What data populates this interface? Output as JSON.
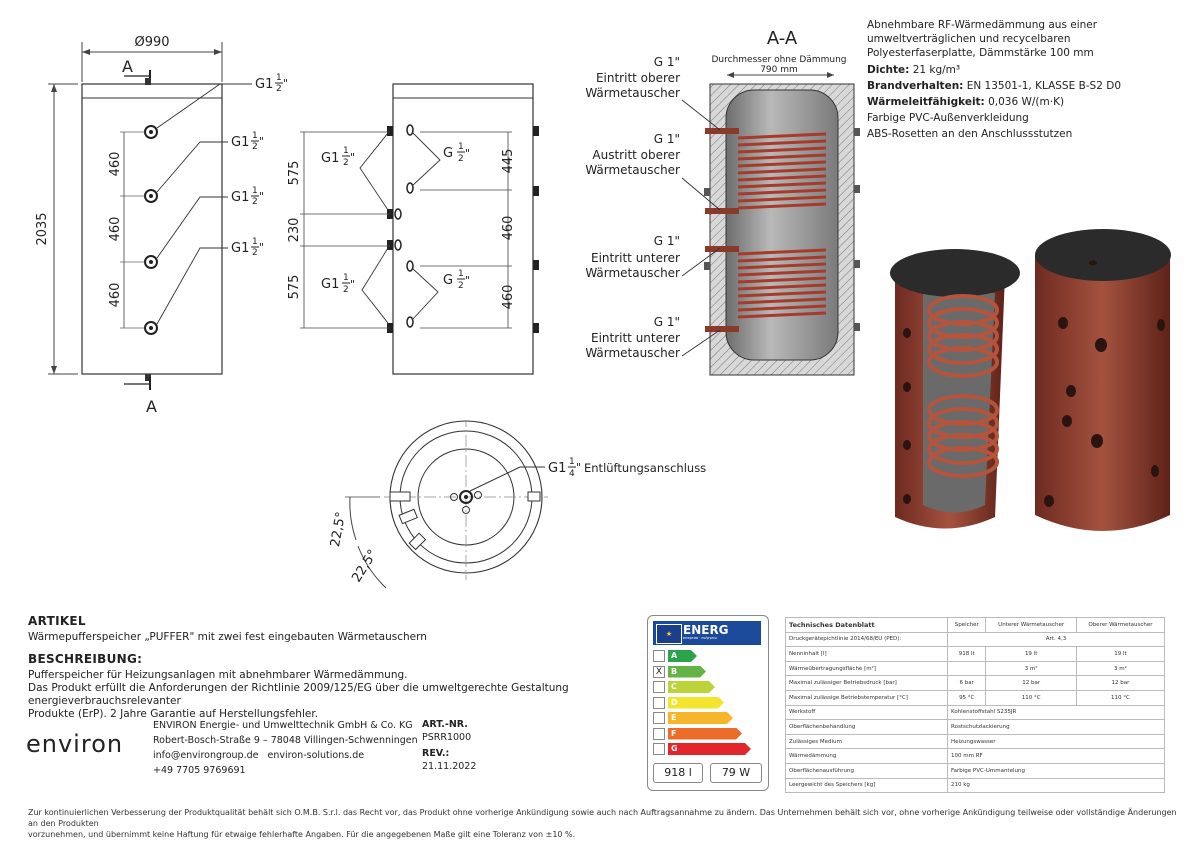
{
  "drawing": {
    "section_letter": "A",
    "section_title": "A-A",
    "dim_diameter": "Ø990",
    "dim_height": "2035",
    "dim_460": "460",
    "dim_575": "575",
    "dim_230": "230",
    "dim_445": "445",
    "dim_inner_label": "Durchmesser ohne Dämmung",
    "dim_inner_value": "790 mm",
    "angle": "22,5°",
    "g1_prefix": "G1",
    "g1_half": "1",
    "g1_den": "2",
    "g1_quarter_den": "4",
    "g_half_prefix": "G",
    "vent_label": "Entlüftungsanschluss",
    "coil_g1": "G 1\"",
    "inch": "\"",
    "hx1_in_a": "Eintritt oberer",
    "hx1_in_b": "Wärmetauscher",
    "hx1_out_a": "Austritt oberer",
    "hx1_out_b": "Wärmetauscher",
    "hx2_in_a": "Eintritt unterer",
    "hx2_in_b": "Wärmetauscher",
    "hx2_out_a": "Eintritt unterer",
    "hx2_out_b": "Wärmetauscher"
  },
  "specs": {
    "intro": "Abnehmbare RF-Wärmedämmung aus einer umweltverträglichen und recycelbaren Polyesterfaserplatte, Dämmstärke 100 mm",
    "density_label": "Dichte:",
    "density_value": "21 kg/m³",
    "fire_label": "Brandverhalten:",
    "fire_value": "EN 13501-1, KLASSE B-S2 D0",
    "cond_label": "Wärmeleitfähigkeit:",
    "cond_value": "0,036 W/(m·K)",
    "line1": "Farbige PVC-Außenverkleidung",
    "line2": "ABS-Rosetten an den Anschlussstutzen"
  },
  "article": {
    "heading": "ARTIKEL",
    "text": "Wärmepufferspeicher „PUFFER\" mit zwei fest eingebauten Wärmetauschern",
    "desc_heading": "BESCHREIBUNG:",
    "desc1": "Pufferspeicher für Heizungsanlagen mit abnehmbarer Wärmedämmung.",
    "desc2": "Das Produkt erfüllt die Anforderungen der Richtlinie 2009/125/EG über die umweltgerechte Gestaltung energieverbrauchsrelevanter",
    "desc3": "Produkte (ErP). 2 Jahre Garantie auf Herstellungsfehler."
  },
  "company": {
    "logo": "environ",
    "name": "ENVIRON Energie- und Umwelttechnik GmbH & Co. KG",
    "address": "Robert-Bosch-Straße 9 – 78048 Villingen-Schwenningen",
    "email": "info@environgroup.de",
    "web": "environ-solutions.de",
    "phone": "+49 7705 9769691",
    "art_label": "ART.-NR.",
    "art_value": "PSRR1000",
    "rev_label": "REV.:",
    "rev_value": "21.11.2022"
  },
  "energy": {
    "title": "ENERG",
    "sub": "енергия · ενέργεια",
    "classes": [
      "A",
      "B",
      "C",
      "D",
      "E",
      "F",
      "G"
    ],
    "colors": [
      "#2aa34a",
      "#63b346",
      "#bcd33a",
      "#f2e52b",
      "#f7b52b",
      "#ec6c2a",
      "#e3262b"
    ],
    "selected": "X",
    "selected_index": 1,
    "volume": "918 l",
    "power": "79 W"
  },
  "datasheet": {
    "headers": [
      "Technisches Datenblatt",
      "Speicher",
      "Unterer Wärmetauscher",
      "Oberer Wärmetauscher"
    ],
    "rows": [
      [
        "Druckgerätерichtlinie 2014/68/EU (PED):",
        "",
        "Art. 4,3",
        ""
      ],
      [
        "Nenninhalt [l]",
        "918 lt",
        "19 lt",
        "19 lt"
      ],
      [
        "Wärmeübertragungsfläche [m²]",
        "",
        "3 m²",
        "3 m²"
      ],
      [
        "Maximal zulässiger Betriebsdruck [bar]",
        "6 bar",
        "12 bar",
        "12 bar"
      ],
      [
        "Maximal zulässige Betriebstemperatur [°C]",
        "95 °C",
        "110 °C",
        "110 °C"
      ],
      [
        "Werkstoff",
        "Kohlenstoffstahl S235JR",
        "",
        ""
      ],
      [
        "Oberflächenbehandlung",
        "Rostschutzlackierung",
        "",
        ""
      ],
      [
        "Zulässiges Medium",
        "Heizungswasser",
        "",
        ""
      ],
      [
        "Wärmedämmung",
        "100 mm RF",
        "",
        ""
      ],
      [
        "Oberflächenausführung",
        "Farbige PVC-Ummantelung",
        "",
        ""
      ],
      [
        "Leergewicht des Speichers [kg]",
        "210 kg",
        "",
        ""
      ]
    ]
  },
  "footer": {
    "line1": "Zur kontinuierlichen Verbesserung der Produktqualität behält sich O.M.B. S.r.l. das Recht vor, das Produkt ohne vorherige Ankündigung sowie auch nach Auftragsannahme zu ändern. Das Unternehmen behält sich vor, ohne vorherige Ankündigung teilweise oder vollständige Änderungen an den Produkten",
    "line2": "vorzunehmen, und übernimmt keine Haftung für etwaige fehlerhafte Angaben. Für die angegebenen Maße gilt eine Toleranz von ±10 %."
  }
}
